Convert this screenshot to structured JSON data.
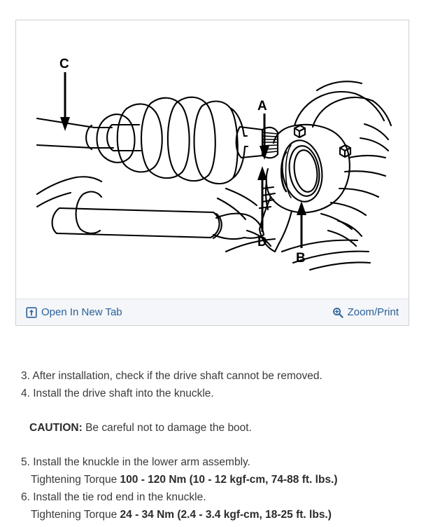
{
  "figure": {
    "alt": "Drive shaft and knuckle assembly line drawing",
    "callouts": [
      {
        "id": "A",
        "label": "A"
      },
      {
        "id": "B",
        "label": "B"
      },
      {
        "id": "C",
        "label": "C"
      },
      {
        "id": "D",
        "label": "D"
      }
    ],
    "toolbar": {
      "open_in_new_tab_label": "Open In New Tab",
      "open_in_new_tab_icon": "open-in-new-tab-icon",
      "zoom_print_label": "Zoom/Print",
      "zoom_print_icon": "magnifier-plus-icon",
      "link_color": "#2a6099",
      "background": "#f4f6f9"
    }
  },
  "instructions": {
    "step3": "3. After installation, check if the drive shaft cannot be removed.",
    "step4": "4. Install the drive shaft into the knuckle.",
    "caution_label": "CAUTION:",
    "caution_text": " Be careful not to damage the boot.",
    "step5": "5. Install the knuckle in the lower arm assembly.",
    "step5_torque_prefix": "Tightening Torque ",
    "step5_torque_value": "100 - 120 Nm (10 - 12 kgf-cm, 74-88 ft. lbs.)",
    "step6": "6. Install the tie rod end in the knuckle.",
    "step6_torque_prefix": "Tightening Torque ",
    "step6_torque_value": "24 - 34 Nm (2.4 - 3.4 kgf-cm, 18-25 ft. lbs.)"
  }
}
